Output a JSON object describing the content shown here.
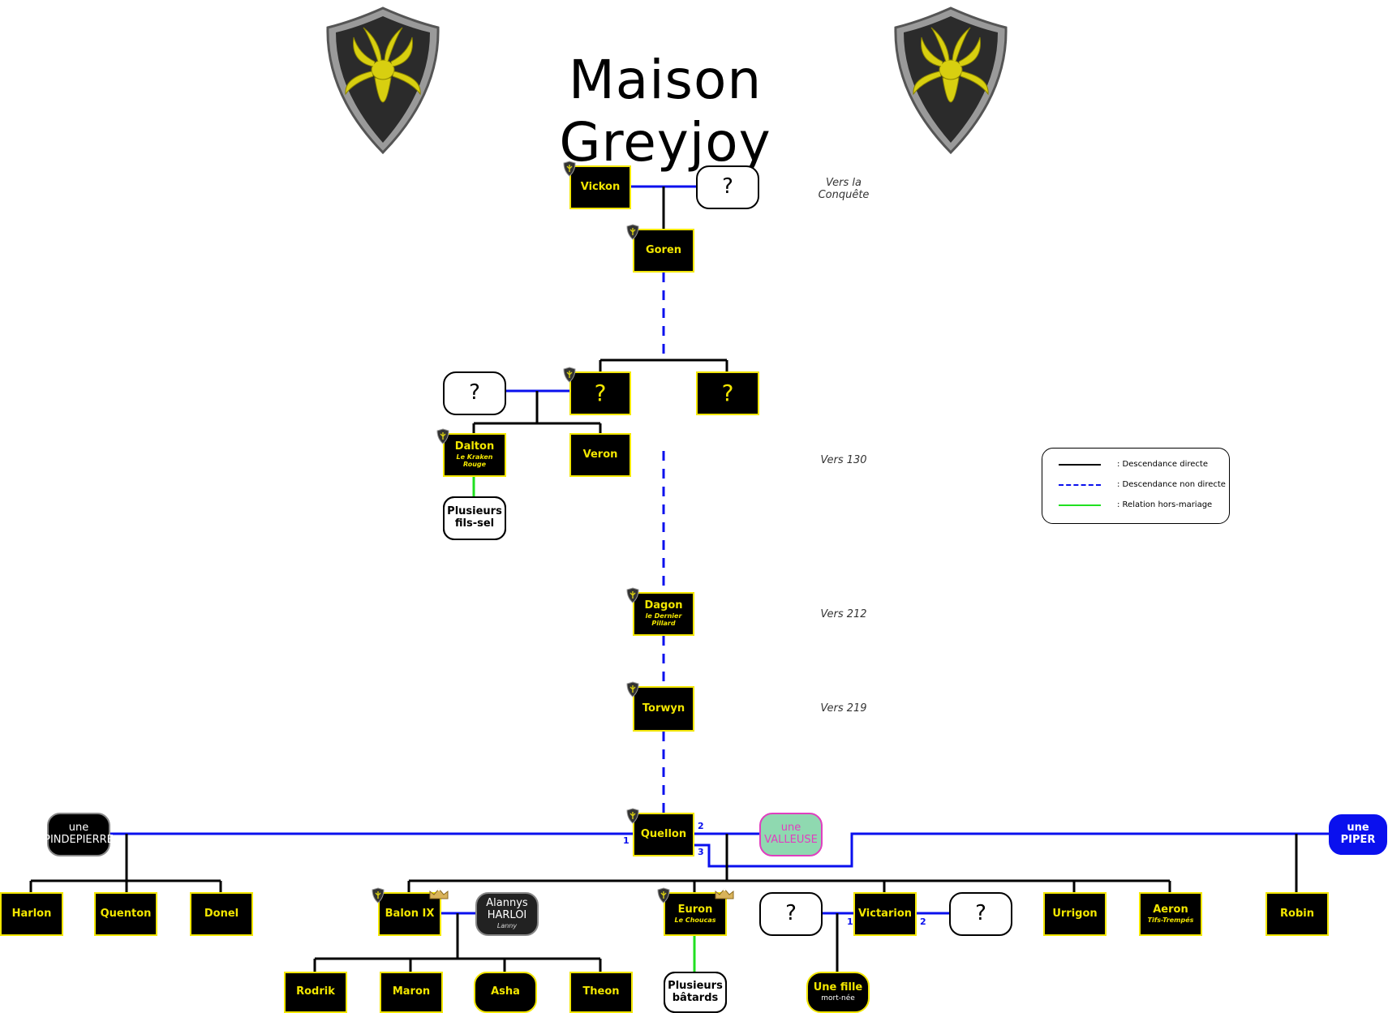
{
  "title": "Maison Greyjoy",
  "legend": {
    "direct": ": Descendance directe",
    "indirect": ": Descendance non directe",
    "extramarital": ": Relation hors-mariage"
  },
  "eras": {
    "conquest": "Vers la\nConquête",
    "y130": "Vers 130",
    "y212": "Vers 212",
    "y219": "Vers 219"
  },
  "people": {
    "vickon": "Vickon",
    "vickon_wife": "?",
    "goren": "Goren",
    "unknown_lord": "?",
    "unknown_brother": "?",
    "unknown_wife": "?",
    "dalton": "Dalton",
    "dalton_epithet": "Le Kraken Rouge",
    "veron": "Veron",
    "dalton_bastards": "Plusieurs\nfils-sel",
    "dagon": "Dagon",
    "dagon_epithet": "le Dernier Pillard",
    "torwyn": "Torwyn",
    "quellon": "Quellon",
    "wife1": "une\nPINDEPIERRE",
    "wife2": "une\nVALLEUSE",
    "wife3": "une\nPIPER",
    "harlon": "Harlon",
    "quenton": "Quenton",
    "donel": "Donel",
    "balon": "Balon IX",
    "alannys_first": "Alannys",
    "alannys_last": "HARLOI",
    "alannys_nick": "Lanny",
    "euron": "Euron",
    "euron_epithet": "Le Choucas",
    "euron_bastards": "Plusieurs\nbâtards",
    "victarion": "Victarion",
    "vic_wife1": "?",
    "vic_wife2": "?",
    "urrigon": "Urrigon",
    "aeron": "Aeron",
    "aeron_epithet": "Tifs-Trempés",
    "robin": "Robin",
    "rodrik": "Rodrik",
    "maron": "Maron",
    "asha": "Asha",
    "theon": "Theon",
    "daughter": "Une fille",
    "daughter_note": "mort-née"
  },
  "marriage_numbers": {
    "q1": "1",
    "q2": "2",
    "q3": "3",
    "v1": "1",
    "v2": "2"
  },
  "colors": {
    "direct": "#000000",
    "marriage": "#0a10ee",
    "extramarital": "#20e020",
    "house_gold": "#f2e600"
  }
}
